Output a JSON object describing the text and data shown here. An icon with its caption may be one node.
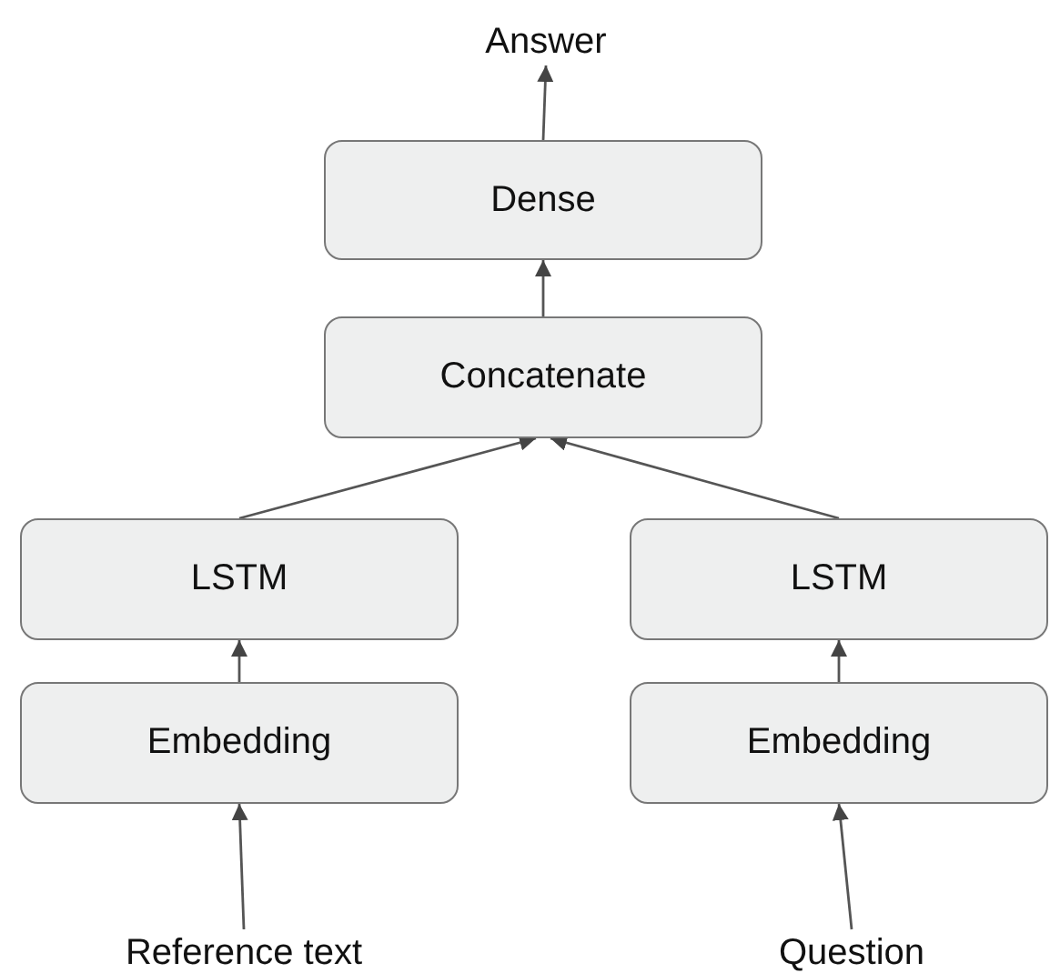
{
  "diagram": {
    "nodes": [
      {
        "text": [
          "Answer"
        ]
      },
      {
        "text": [
          "Dense"
        ]
      },
      {
        "text": [
          "Concatenate"
        ]
      },
      {
        "text": [
          "LSTM"
        ]
      },
      {
        "text": [
          "LSTM"
        ]
      },
      {
        "text": [
          "Embedding"
        ]
      },
      {
        "text": [
          "Embedding"
        ]
      },
      {
        "text": [
          "Reference text"
        ]
      },
      {
        "text": [
          "Question"
        ]
      }
    ],
    "edges": [
      {
        "from": 1,
        "to": 0,
        "arrow": "to"
      },
      {
        "from": 2,
        "to": 1,
        "arrow": "to"
      },
      {
        "from": 3,
        "to": 2,
        "arrow": "to"
      },
      {
        "from": 4,
        "to": 2,
        "arrow": "to"
      },
      {
        "from": 5,
        "to": 3,
        "arrow": "to"
      },
      {
        "from": 6,
        "to": 4,
        "arrow": "to"
      },
      {
        "from": 7,
        "to": 5,
        "arrow": "to"
      },
      {
        "from": 8,
        "to": 6,
        "arrow": "to"
      }
    ]
  }
}
